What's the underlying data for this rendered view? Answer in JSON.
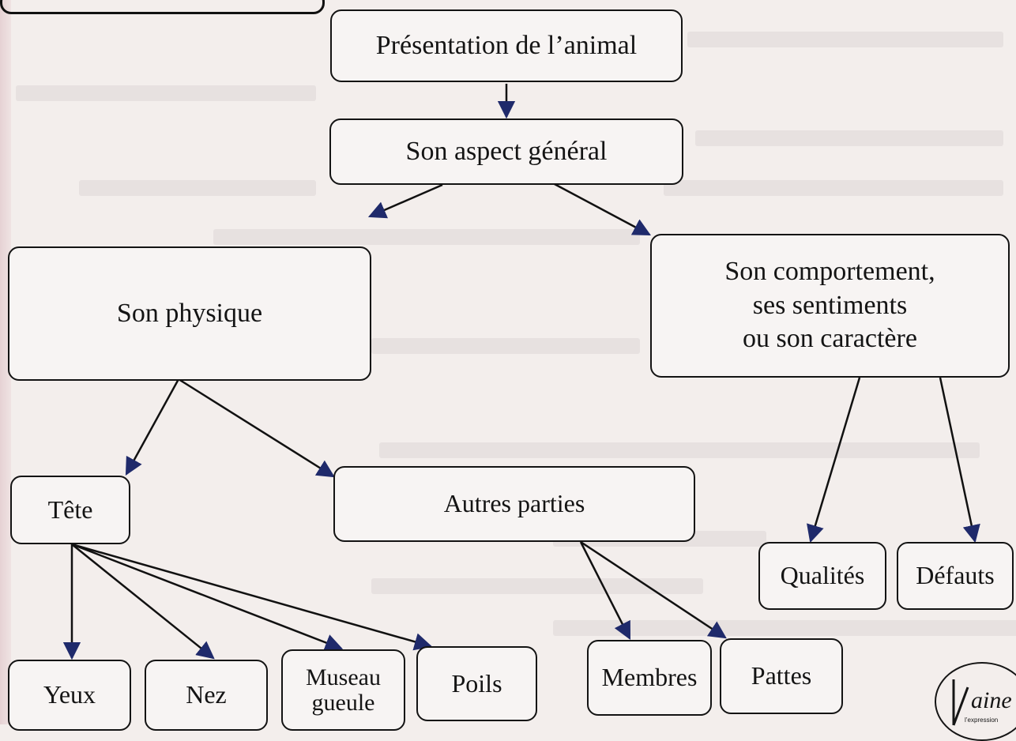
{
  "diagram": {
    "nodes": {
      "presentation": "Présentation de l’animal",
      "aspect": "Son aspect général",
      "physique": "Son physique",
      "comportement": [
        "Son comportement,",
        "ses sentiments",
        "ou son caractère"
      ],
      "tete": "Tête",
      "autres": "Autres parties",
      "qualites": "Qualités",
      "defauts": "Défauts",
      "yeux": "Yeux",
      "nez": "Nez",
      "museau": [
        "Museau",
        "gueule"
      ],
      "poils": "Poils",
      "membres": "Membres",
      "pattes": "Pattes"
    },
    "edges": [
      [
        "presentation",
        "aspect"
      ],
      [
        "aspect",
        "physique"
      ],
      [
        "aspect",
        "comportement"
      ],
      [
        "physique",
        "tete"
      ],
      [
        "physique",
        "autres"
      ],
      [
        "comportement",
        "qualites"
      ],
      [
        "comportement",
        "defauts"
      ],
      [
        "tete",
        "yeux"
      ],
      [
        "tete",
        "nez"
      ],
      [
        "tete",
        "museau"
      ],
      [
        "tete",
        "poils"
      ],
      [
        "autres",
        "membres"
      ],
      [
        "autres",
        "pattes"
      ]
    ]
  },
  "colors": {
    "arrowhead": "#1f2a6b",
    "line": "#111111",
    "background": "#f3eeec"
  },
  "logo": {
    "text": "aine",
    "subtext": "l’expression"
  }
}
